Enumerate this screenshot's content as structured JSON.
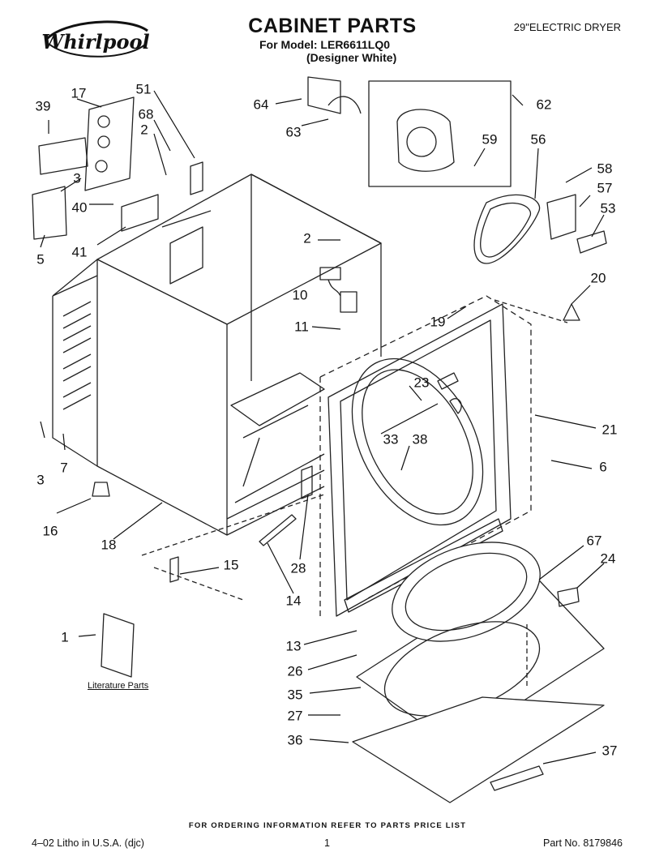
{
  "brand": "Whirlpool",
  "header": {
    "title": "CABINET PARTS",
    "model_line": "For Model: LER6611LQ0",
    "color_line": "(Designer White)",
    "product": "29\"ELECTRIC DRYER"
  },
  "callouts": {
    "c1": "1",
    "c2a": "2",
    "c2b": "2",
    "c3a": "3",
    "c3b": "3",
    "c5": "5",
    "c6": "6",
    "c7": "7",
    "c10": "10",
    "c11": "11",
    "c13": "13",
    "c14": "14",
    "c15": "15",
    "c16": "16",
    "c17": "17",
    "c18": "18",
    "c19": "19",
    "c20": "20",
    "c21": "21",
    "c23": "23",
    "c24": "24",
    "c26": "26",
    "c27": "27",
    "c28": "28",
    "c33": "33",
    "c35": "35",
    "c36": "36",
    "c37": "37",
    "c38": "38",
    "c39": "39",
    "c40": "40",
    "c41": "41",
    "c51": "51",
    "c53": "53",
    "c56": "56",
    "c57": "57",
    "c58": "58",
    "c59": "59",
    "c62": "62",
    "c63": "63",
    "c64": "64",
    "c67": "67",
    "c68": "68"
  },
  "literature_label": "Literature Parts",
  "footer": {
    "order_note": "FOR ORDERING INFORMATION REFER TO PARTS PRICE LIST",
    "litho": "4–02 Litho in U.S.A. (djc)",
    "page": "1",
    "part_number": "Part No. 8179846"
  }
}
